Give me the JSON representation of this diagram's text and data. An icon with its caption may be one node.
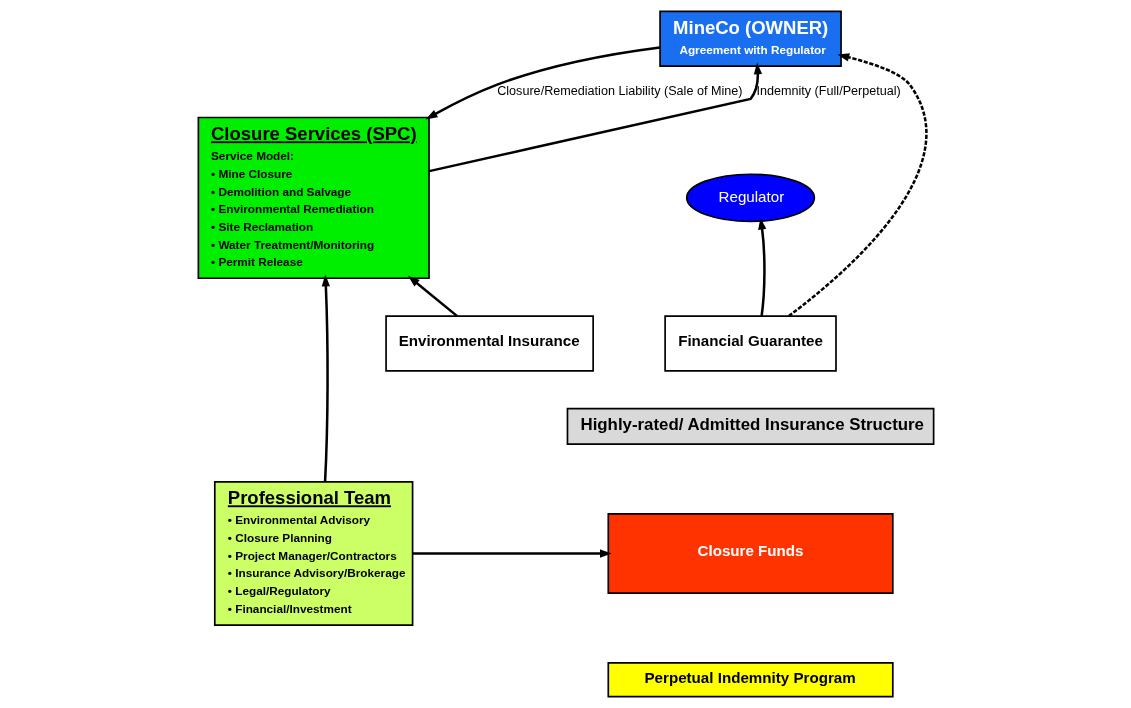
{
  "diagram": {
    "nodes": [
      {
        "text": [
          "MineCo (OWNER)",
          "Agreement with Regulator"
        ]
      },
      {
        "text": [
          "Closure Services (SPC)",
          "Service Model:",
          "• Mine Closure",
          "• Demolition and Salvage",
          "• Environmental Remediation",
          "• Site Reclamation",
          "• Water Treatment/Monitoring",
          "• Permit Release"
        ]
      },
      {
        "text": [
          "Regulator"
        ]
      },
      {
        "text": [
          "Financial Guarantee"
        ]
      },
      {
        "text": [
          "Environmental Insurance"
        ]
      },
      {
        "text": [
          "Highly-rated/ Admitted Insurance Structure"
        ]
      },
      {
        "text": [
          "Closure Funds"
        ]
      },
      {
        "text": [
          "Perpetual Indemnity Program"
        ]
      },
      {
        "text": [
          "Professional Team",
          "• Environmental Advisory",
          "• Closure Planning",
          "• Project Manager/Contractors",
          "• Insurance Advisory/Brokerage",
          "• Legal/Regulatory",
          "• Financial/Investment"
        ]
      }
    ],
    "edges": [
      {
        "from": 0,
        "to": 1,
        "arrow": "to",
        "label": "Closure/Remediation Liability (Sale of Mine)"
      },
      {
        "from": 1,
        "to": 0,
        "arrow": "to",
        "label": "Indemnity (Full/Perpetual)"
      },
      {
        "from": 3,
        "to": 0,
        "arrow": "to",
        "style": "dashed"
      },
      {
        "from": 3,
        "to": 2,
        "arrow": "to"
      },
      {
        "from": 4,
        "to": 1,
        "arrow": "to"
      },
      {
        "from": 8,
        "to": 1,
        "arrow": "to"
      },
      {
        "from": 8,
        "to": 6,
        "arrow": "to"
      }
    ]
  }
}
